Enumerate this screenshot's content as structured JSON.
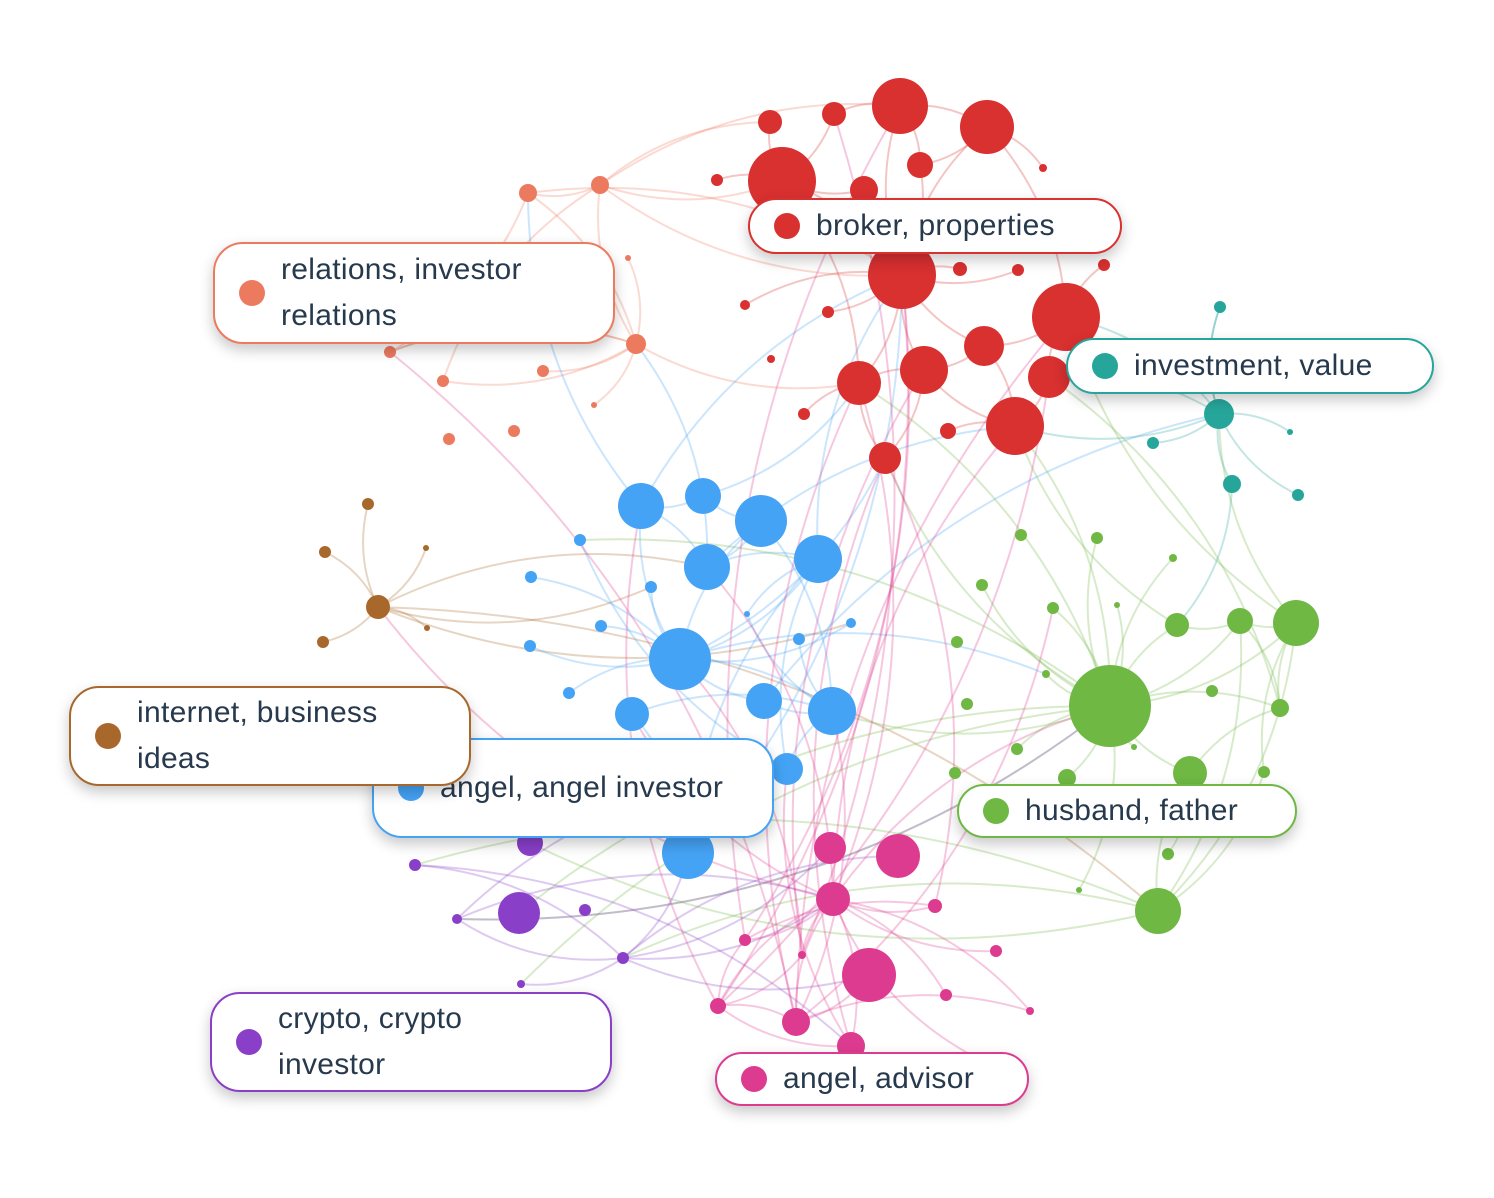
{
  "clusters": [
    {
      "id": "broker",
      "label": "broker, properties",
      "color": "#d93030"
    },
    {
      "id": "relations",
      "label": "relations, investor relations",
      "color": "#ec7a5f"
    },
    {
      "id": "investment",
      "label": "investment, value",
      "color": "#26a69a"
    },
    {
      "id": "internet",
      "label": "internet, business ideas",
      "color": "#a8682c"
    },
    {
      "id": "angelinv",
      "label": "angel, angel investor",
      "color": "#45a3f5"
    },
    {
      "id": "husband",
      "label": "husband, father",
      "color": "#6fb844"
    },
    {
      "id": "crypto",
      "label": "crypto, crypto investor",
      "color": "#8a3fc9"
    },
    {
      "id": "advisor",
      "label": "angel, advisor",
      "color": "#dd3b8f"
    }
  ],
  "icons": [
    "cluster-dot-icon"
  ]
}
